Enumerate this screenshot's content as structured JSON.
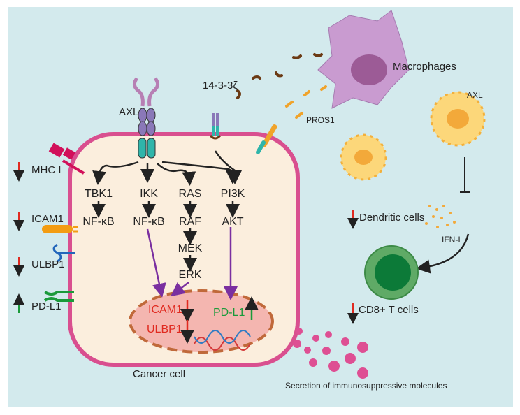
{
  "colors": {
    "background": "#d3eaed",
    "membrane": "#d94f8f",
    "cytoplasm": "#fbeedd",
    "nucleus": "#f4b6b0",
    "down": "#e02a20",
    "up": "#1a9a3a",
    "signal": "#7a2fa0"
  },
  "labels": {
    "axl": "AXL",
    "ligand_14_3_3": "14-3-3ζ",
    "pros1": "PROS1",
    "macrophages": "Macrophages",
    "dc_axl": "AXL",
    "dendritic_cells": "Dendritic cells",
    "ifn": "IFN-I",
    "cd8": "CD8+ T cells",
    "secretion": "Secretion of immunosuppressive molecules",
    "cancer_cell": "Cancer cell"
  },
  "surface_markers": [
    {
      "label": "MHC I",
      "direction": "down"
    },
    {
      "label": "ICAM1",
      "direction": "down"
    },
    {
      "label": "ULBP1",
      "direction": "down"
    },
    {
      "label": "PD-L1",
      "direction": "up"
    }
  ],
  "pathways": [
    {
      "nodes": [
        "TBK1",
        "NF-κB"
      ]
    },
    {
      "nodes": [
        "IKK",
        "NF-κB"
      ]
    },
    {
      "nodes": [
        "RAS",
        "RAF",
        "MEK",
        "ERK"
      ]
    },
    {
      "nodes": [
        "PI3K",
        "AKT"
      ]
    }
  ],
  "nucleus_genes": [
    {
      "label": "ICAM1",
      "direction": "down"
    },
    {
      "label": "ULBP1",
      "direction": "down"
    },
    {
      "label": "PD-L1",
      "direction": "up"
    }
  ]
}
